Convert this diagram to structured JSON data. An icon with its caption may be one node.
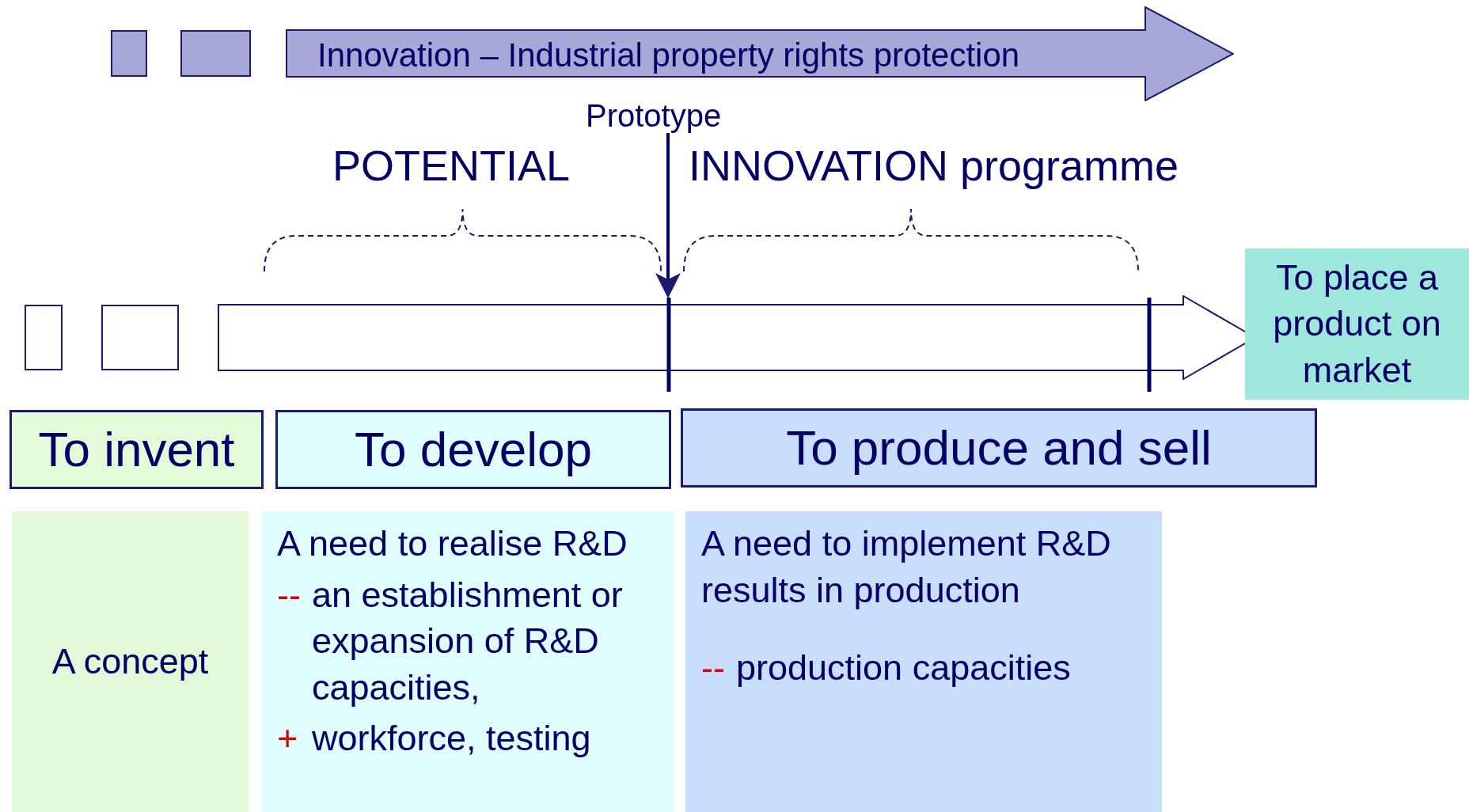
{
  "diagram": {
    "nodes": [
      {
        "text": [],
        "shape": "box"
      },
      {
        "text": [],
        "shape": "box"
      },
      {
        "text": [
          "Innovation – Industrial property rights protection"
        ]
      },
      {
        "text": [
          "Prototype"
        ]
      },
      {
        "text": [],
        "shape": "box"
      },
      {
        "text": [],
        "shape": "box"
      },
      {
        "text": [],
        "shape": "arrow"
      },
      {
        "text": [
          "To place a product on market"
        ]
      },
      {
        "text": [
          "To invent"
        ]
      },
      {
        "text": [
          "To develop"
        ]
      },
      {
        "text": [
          "To produce and sell"
        ]
      },
      {
        "text": [
          "A concept"
        ]
      },
      {
        "text": [
          "A need to realise R&D",
          "-- an establishment or expansion of R&D capacities,",
          "+ workforce, testing"
        ]
      },
      {
        "text": [
          "A need to implement R&D results in production",
          "-- production capacities"
        ]
      }
    ],
    "edges": [
      {
        "from": 3,
        "to": 6,
        "arrow": "to"
      }
    ],
    "labels": [
      "POTENTIAL",
      "INNOVATION programme"
    ]
  }
}
